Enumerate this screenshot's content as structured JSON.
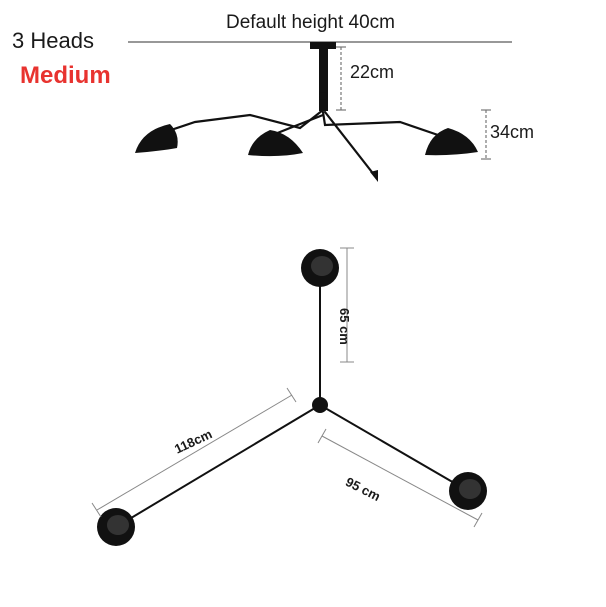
{
  "labels": {
    "heads": "3 Heads",
    "size": "Medium",
    "default_height": "Default height 40cm",
    "stem": "22cm",
    "shade": "34cm",
    "arm_short": "65 cm",
    "arm_long": "118cm",
    "arm_mid": "95 cm"
  },
  "colors": {
    "size_label": "#e8332f",
    "lamp": "#111111",
    "dimension": "#888888"
  }
}
